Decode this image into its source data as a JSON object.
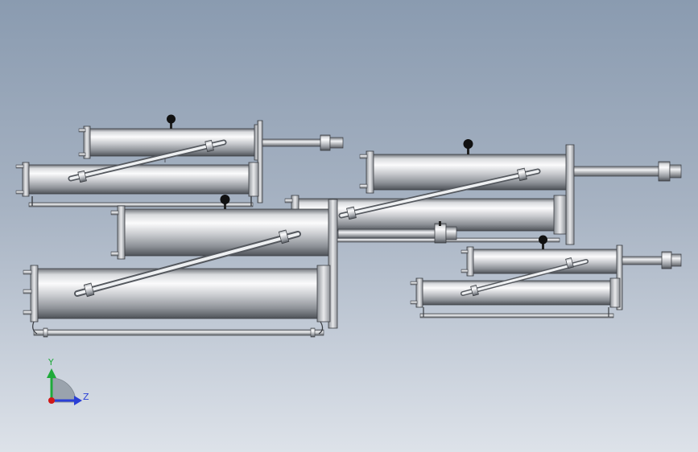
{
  "colors": {
    "background_top": "#8a9bb0",
    "background_bottom": "#dde2e9",
    "metal_light": "#f4f5f7",
    "metal_dark": "#6b6f76",
    "outline": "#3a3d42",
    "knob": "#111111"
  },
  "triad": {
    "y_axis": "Y",
    "z_axis": "Z",
    "y_color": "#1faa3a",
    "z_color": "#2a3fd6",
    "origin_color": "#d01818"
  },
  "assemblies": [
    {
      "name": "cylinder-assembly-top-left"
    },
    {
      "name": "cylinder-assembly-center-left"
    },
    {
      "name": "cylinder-assembly-right"
    },
    {
      "name": "cylinder-assembly-bottom-right"
    }
  ]
}
